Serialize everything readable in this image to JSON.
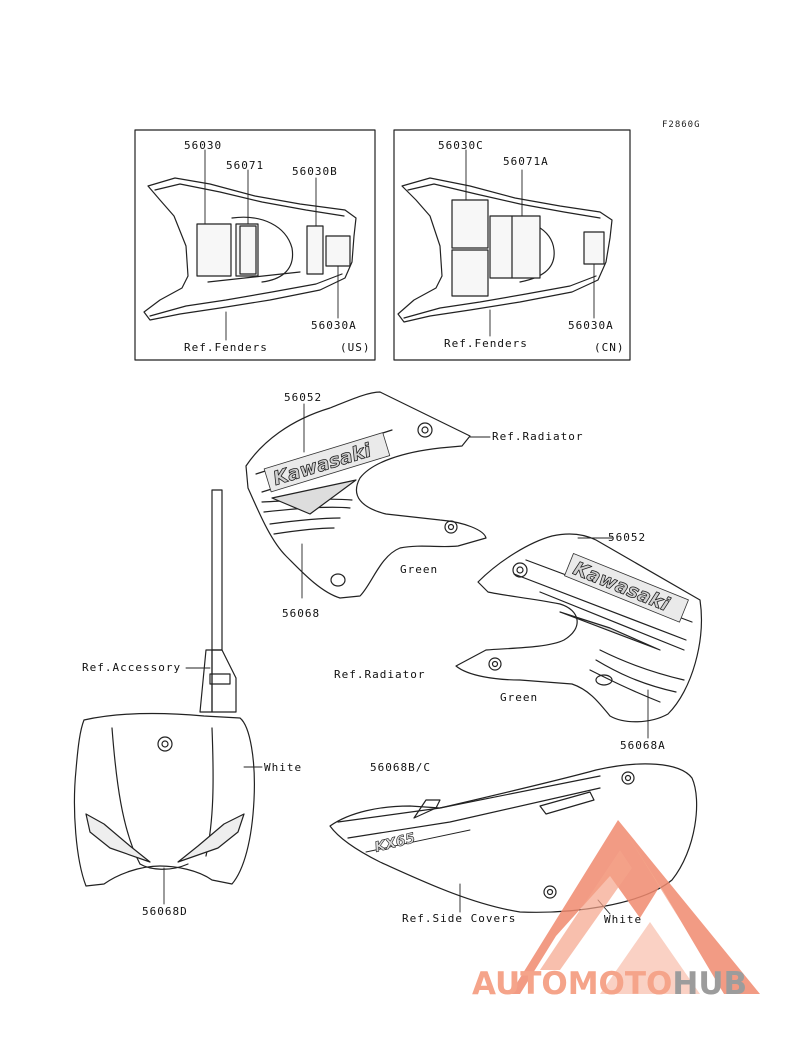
{
  "figure_code": "F2860G",
  "inset_us": {
    "parts": [
      "56030",
      "56071",
      "56030B",
      "56030A"
    ],
    "ref_label": "Ref.Fenders",
    "region": "(US)"
  },
  "inset_cn": {
    "parts": [
      "56030C",
      "56071A",
      "56030A"
    ],
    "ref_label": "Ref.Fenders",
    "region": "(CN)"
  },
  "shroud_left": {
    "part_main": "56052",
    "part_lower": "56068",
    "ref_label": "Ref.Radiator",
    "color_label": "Green",
    "brand": "Kawasaki"
  },
  "shroud_right": {
    "part_main": "56052",
    "part_lower": "56068A",
    "ref_label": "Ref.Radiator",
    "color_label": "Green",
    "brand": "Kawasaki"
  },
  "number_plate": {
    "ref_label": "Ref.Accessory",
    "color_label": "White",
    "part": "56068D"
  },
  "side_cover": {
    "part": "56068B/C",
    "ref_label": "Ref.Side Covers",
    "color_label": "White",
    "logo_text": "KX65"
  },
  "watermark": {
    "part1": "AUTOMOTO",
    "part2": "HUB",
    "color_primary": "#f5a48a",
    "color_secondary": "#9c9c9c"
  }
}
